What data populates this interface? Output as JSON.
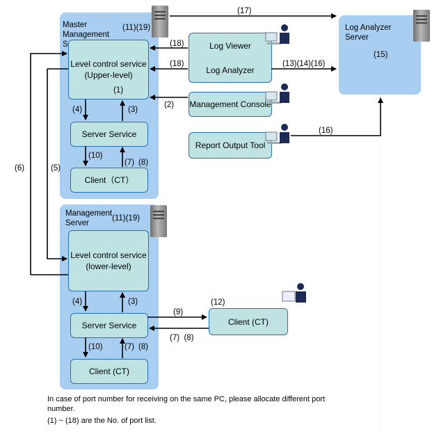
{
  "master": {
    "title": "Master\nManagement\nServer",
    "ports": "(11)(19)",
    "level_control": "Level control service\n(Upper-level)",
    "level_port": "(1)",
    "server_service": "Server Service",
    "client": "Client（CT）"
  },
  "management": {
    "title": "Management\nServer",
    "ports": "(11)(19)",
    "level_control": "Level control service\n(lower-level)",
    "server_service": "Server Service",
    "client": "Client (CT)"
  },
  "log_analyzer": {
    "title": "Log Analyzer\nServer",
    "port": "(15)"
  },
  "tools": {
    "log_viewer": "Log Viewer",
    "log_analyzer": "Log Analyzer",
    "management_console": "Management Console",
    "report_output_tool": "Report Output Tool"
  },
  "external_client": {
    "label": "Client (CT)",
    "port": "(12)"
  },
  "arrows": {
    "a17": "(17)",
    "a18_top": "(18)",
    "a18_mid": "(18)",
    "a13_14_16": "(13)(14)(16)",
    "a2": "(2)",
    "a16": "(16)",
    "a4_top": "(4)",
    "a3_top": "(3)",
    "a10_top": "(10)",
    "a7_top": "(7)",
    "a8_top": "(8)",
    "a6": "(6)",
    "a5": "(5)",
    "a4_bot": "(4)",
    "a3_bot": "(3)",
    "a9": "(9)",
    "a7_8_ext": "(7)  (8)",
    "a10_bot": "(10)",
    "a7_bot": "(7)",
    "a8_bot": "(8)"
  },
  "notes": {
    "line1": "In case of port number for receiving on the same PC, please allocate different port number.",
    "line2": "(1) ~ (18) are the No. of port list."
  }
}
